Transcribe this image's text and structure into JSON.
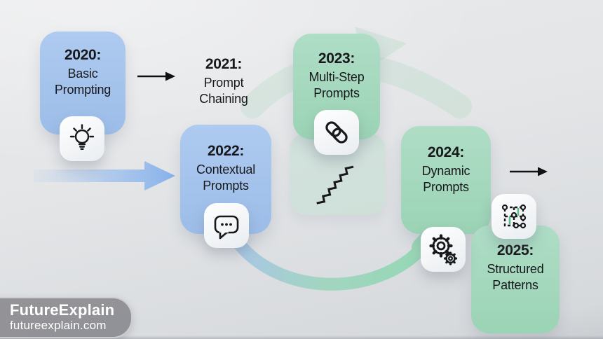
{
  "timeline": {
    "items": [
      {
        "year": "2020:",
        "line1": "Basic",
        "line2": "Prompting",
        "style": "blue",
        "icon": "lightbulb-icon"
      },
      {
        "year": "2021:",
        "line1": "Prompt",
        "line2": "Chaining",
        "style": "text-only",
        "icon": ""
      },
      {
        "year": "2022:",
        "line1": "Contextual",
        "line2": "Prompts",
        "style": "blue",
        "icon": "speech-bubble-icon"
      },
      {
        "year": "2023:",
        "line1": "Multi-Step",
        "line2": "Prompts",
        "style": "green",
        "icon": "chain-link-icon"
      },
      {
        "year": "2024:",
        "line1": "Dynamic",
        "line2": "Prompts",
        "style": "green",
        "icon": "gears-icon"
      },
      {
        "year": "2025:",
        "line1": "Structured",
        "line2": "Patterns",
        "style": "green",
        "icon": "network-grid-icon"
      }
    ]
  },
  "extra_icons": {
    "stairs": "stairs-icon"
  },
  "connectors": {
    "arrow_2020_to_2021": "black-arrow-right",
    "arrow_2024_to_2025": "black-arrow-right",
    "blue_flow_arrow": "blue-gradient-arrow-right",
    "curved_flow_band": "blue-to-green-arc",
    "faint_green_swoosh": "green-arch-arrow"
  },
  "branding": {
    "name": "FutureExplain",
    "website": "futureexplain.com"
  },
  "colors": {
    "blue_card": "#a4c3ec",
    "green_card": "#a4d8bd",
    "pale_green_box": "#c6dfd3",
    "arrow_blue": "#8ab5ec",
    "arrow_green": "#97d9b6",
    "text": "#17181b",
    "badge_gray": "#8d8d92",
    "background_top": "#e9eaec",
    "background_bottom": "#c9ccd0"
  }
}
